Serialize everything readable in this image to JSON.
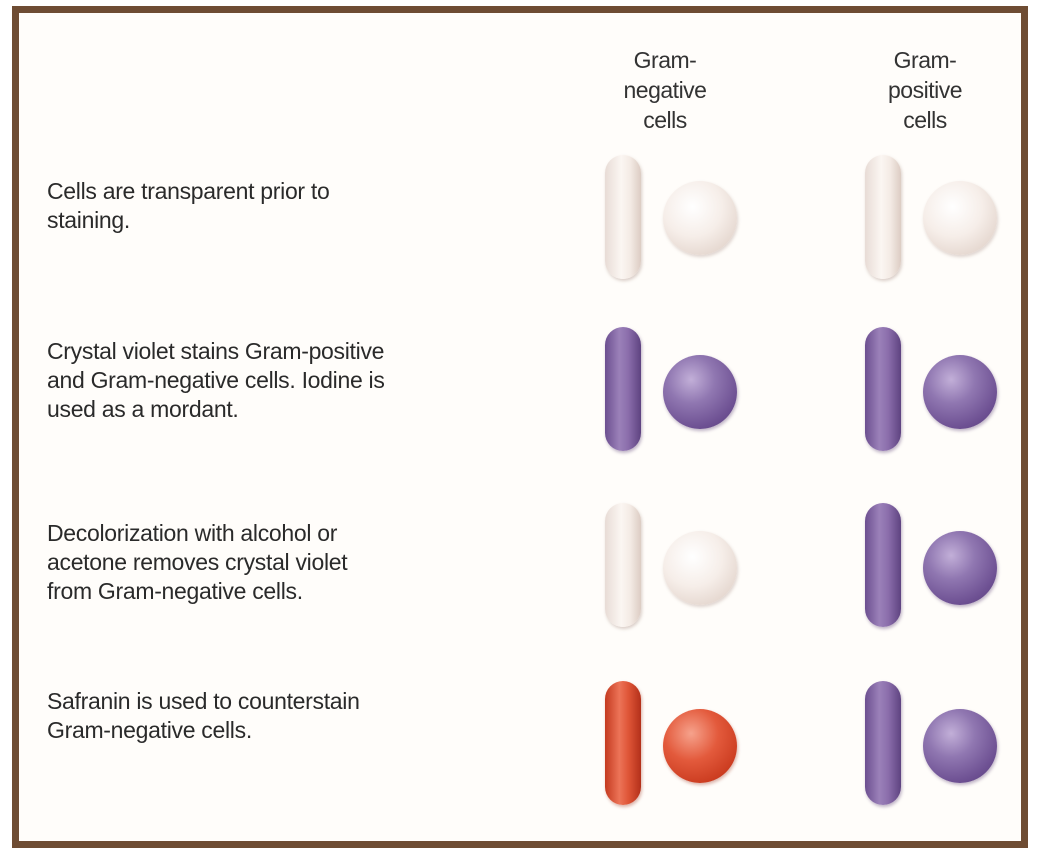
{
  "headers": {
    "gram_negative": [
      "Gram-",
      "negative",
      "cells"
    ],
    "gram_positive": [
      "Gram-",
      "positive",
      "cells"
    ]
  },
  "steps": [
    {
      "text": [
        "Cells are transparent prior to",
        "staining."
      ],
      "gram_negative_stain": "clear",
      "gram_positive_stain": "clear"
    },
    {
      "text": [
        "Crystal violet stains Gram-positive",
        "and Gram-negative cells. Iodine is",
        "used as a mordant."
      ],
      "gram_negative_stain": "violet",
      "gram_positive_stain": "violet"
    },
    {
      "text": [
        "Decolorization with alcohol or",
        "acetone removes crystal violet",
        "from Gram-negative cells."
      ],
      "gram_negative_stain": "clear",
      "gram_positive_stain": "violet"
    },
    {
      "text": [
        "Safranin is used to counterstain",
        "Gram-negative cells."
      ],
      "gram_negative_stain": "red",
      "gram_positive_stain": "violet"
    }
  ],
  "colors": {
    "frame": "#6e4c33",
    "clear": "#f4ebe5",
    "violet": "#8a6dab",
    "red": "#df5537"
  }
}
